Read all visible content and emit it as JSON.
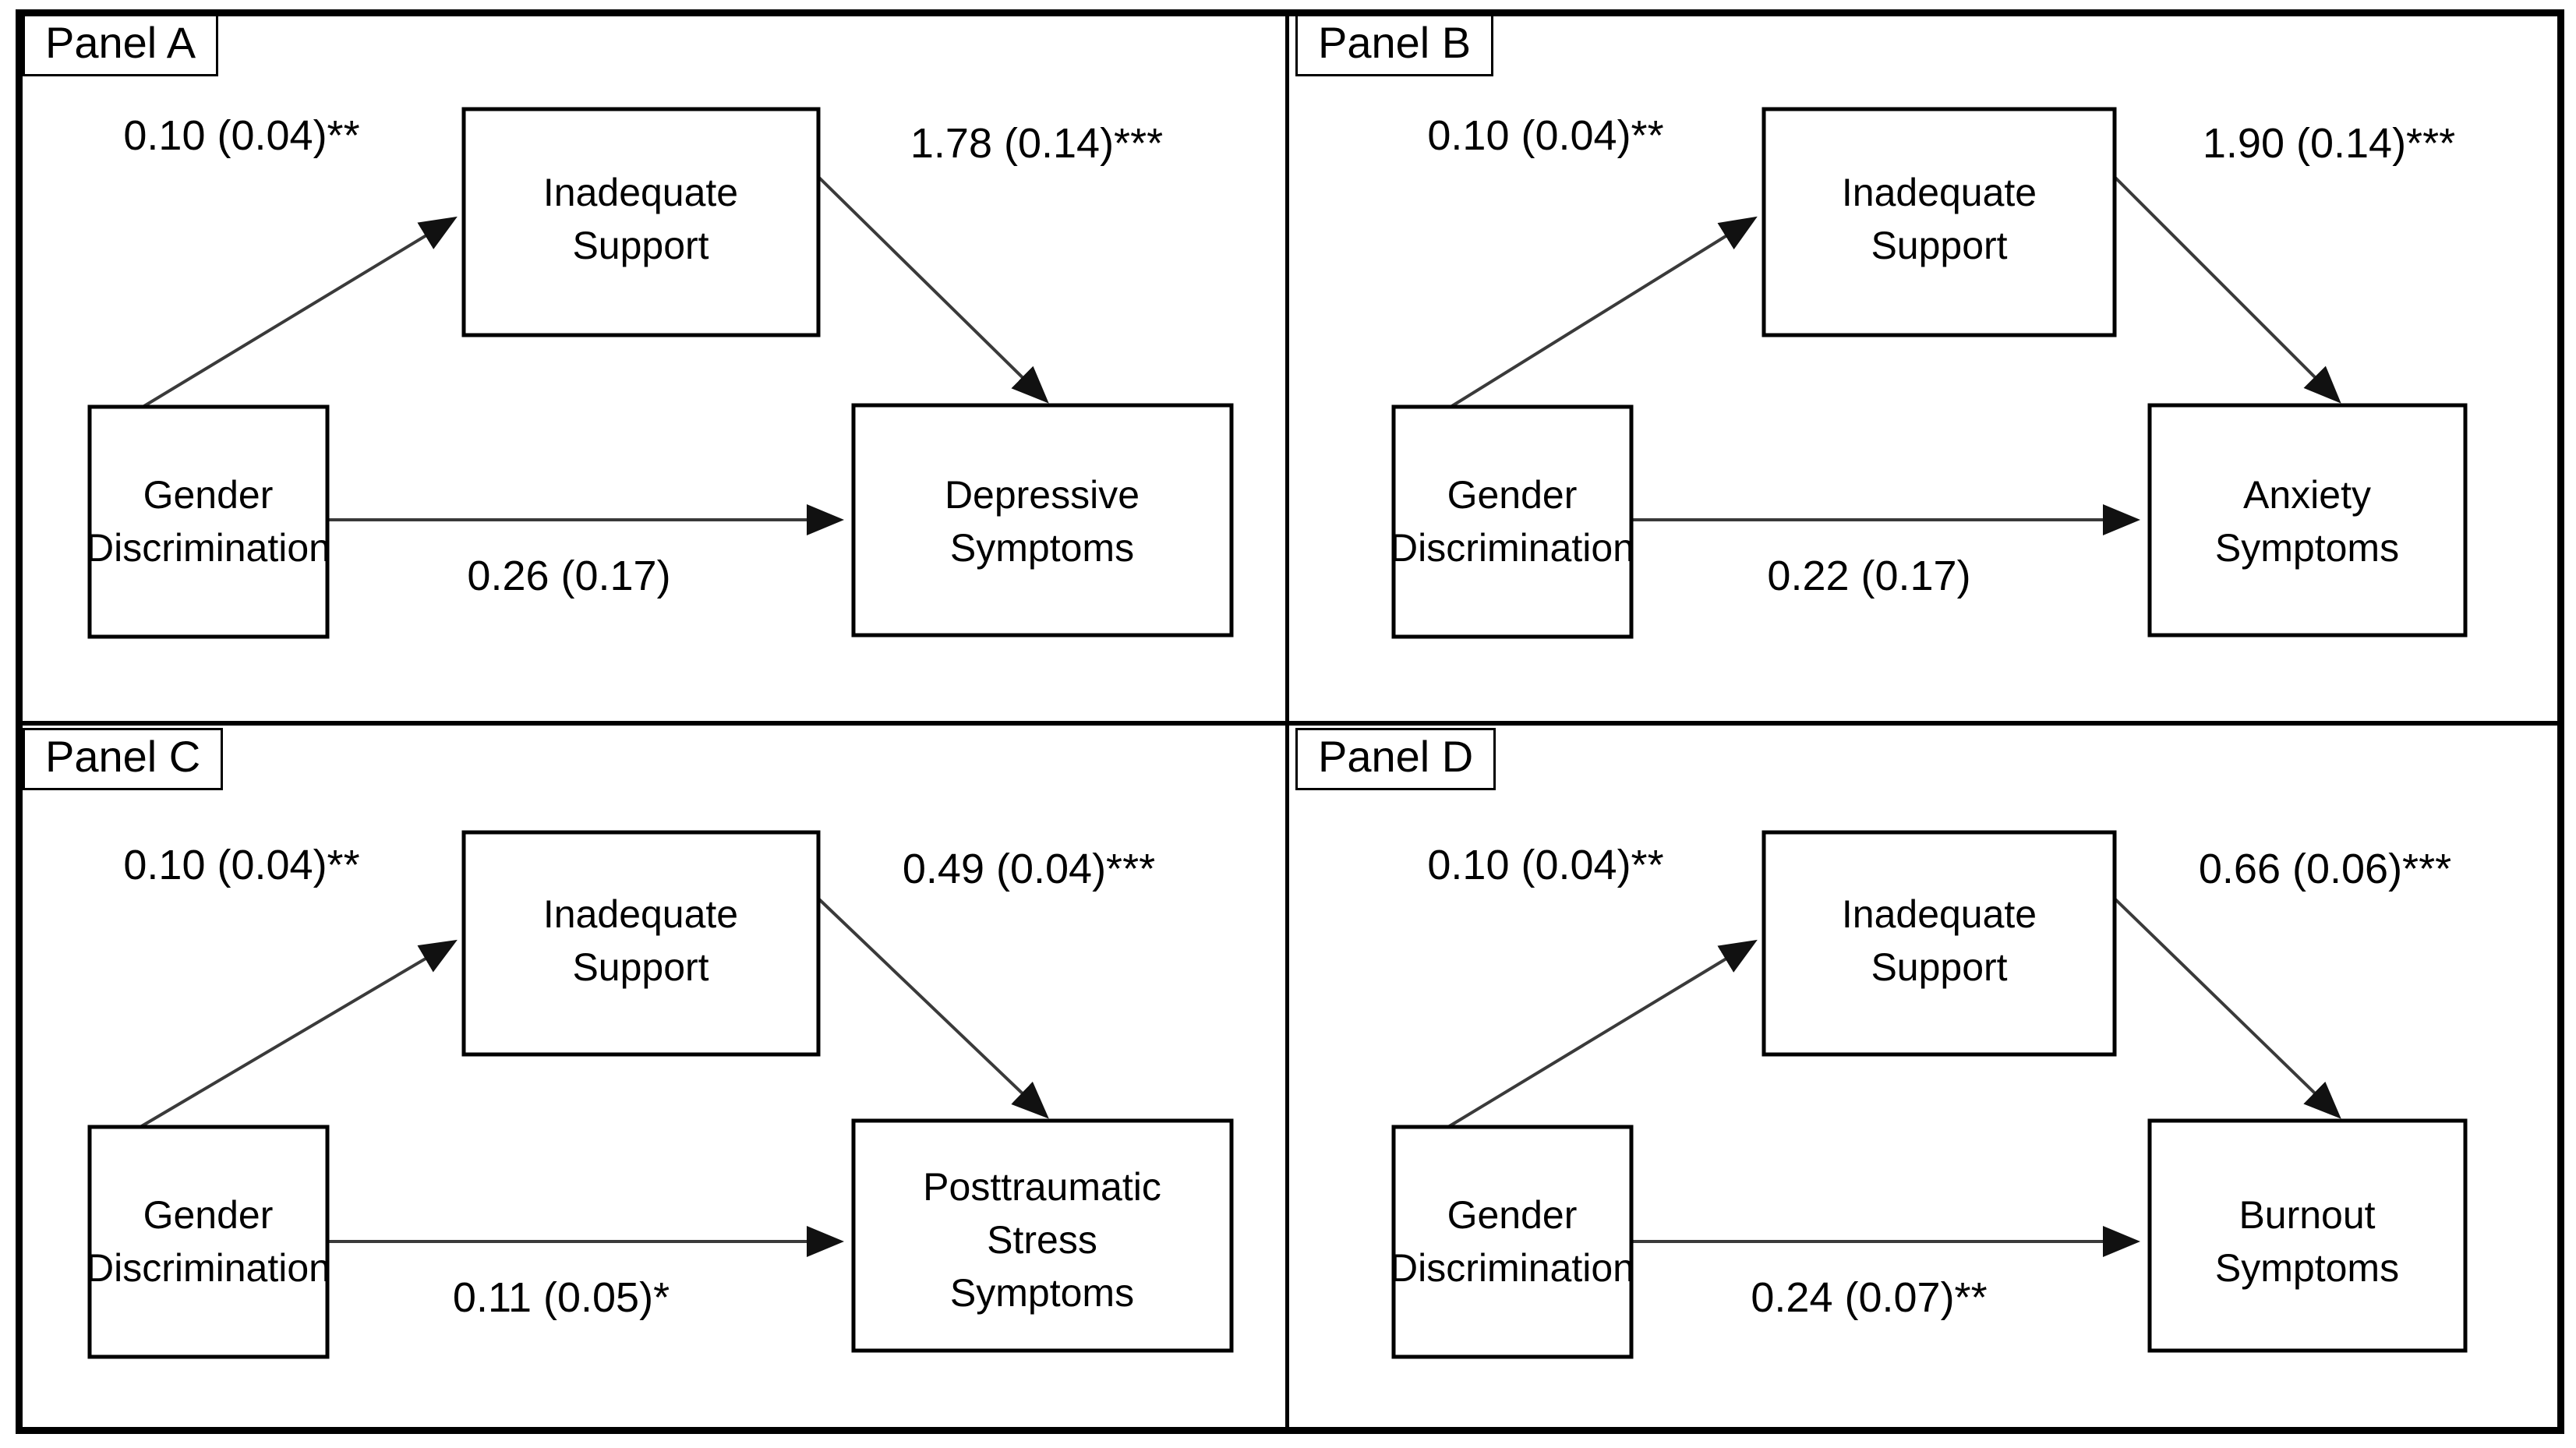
{
  "figure": {
    "type": "mediation-path-diagram-grid",
    "panel_count": 4,
    "mediator_label_line1": "Inadequate",
    "mediator_label_line2": "Support",
    "predictor_label_line1": "Gender",
    "predictor_label_line2": "Discrimination"
  },
  "panels": [
    {
      "id": "panel-a",
      "label": "Panel A",
      "predictor": {
        "line1": "Gender",
        "line2": "Discrimination"
      },
      "mediator": {
        "line1": "Inadequate",
        "line2": "Support"
      },
      "outcome": {
        "line1": "Depressive",
        "line2": "Symptoms",
        "line3": ""
      },
      "paths": {
        "a_path": "0.10 (0.04)**",
        "b_path": "1.78 (0.14)***",
        "c_path": "0.26 (0.17)"
      }
    },
    {
      "id": "panel-b",
      "label": "Panel B",
      "predictor": {
        "line1": "Gender",
        "line2": "Discrimination"
      },
      "mediator": {
        "line1": "Inadequate",
        "line2": "Support"
      },
      "outcome": {
        "line1": "Anxiety",
        "line2": "Symptoms",
        "line3": ""
      },
      "paths": {
        "a_path": "0.10 (0.04)**",
        "b_path": "1.90 (0.14)***",
        "c_path": "0.22 (0.17)"
      }
    },
    {
      "id": "panel-c",
      "label": "Panel C",
      "predictor": {
        "line1": "Gender",
        "line2": "Discrimination"
      },
      "mediator": {
        "line1": "Inadequate",
        "line2": "Support"
      },
      "outcome": {
        "line1": "Posttraumatic",
        "line2": "Stress",
        "line3": "Symptoms"
      },
      "paths": {
        "a_path": "0.10 (0.04)**",
        "b_path": "0.49 (0.04)***",
        "c_path": "0.11 (0.05)*"
      }
    },
    {
      "id": "panel-d",
      "label": "Panel D",
      "predictor": {
        "line1": "Gender",
        "line2": "Discrimination"
      },
      "mediator": {
        "line1": "Inadequate",
        "line2": "Support"
      },
      "outcome": {
        "line1": "Burnout",
        "line2": "Symptoms",
        "line3": ""
      },
      "paths": {
        "a_path": "0.10 (0.04)**",
        "b_path": "0.66 (0.06)***",
        "c_path": "0.24 (0.07)**"
      }
    }
  ],
  "colors": {
    "frame": "#000000",
    "box_stroke": "#000000",
    "box_fill": "#ffffff",
    "arrow": "#3a3a3a",
    "text": "#000000"
  }
}
